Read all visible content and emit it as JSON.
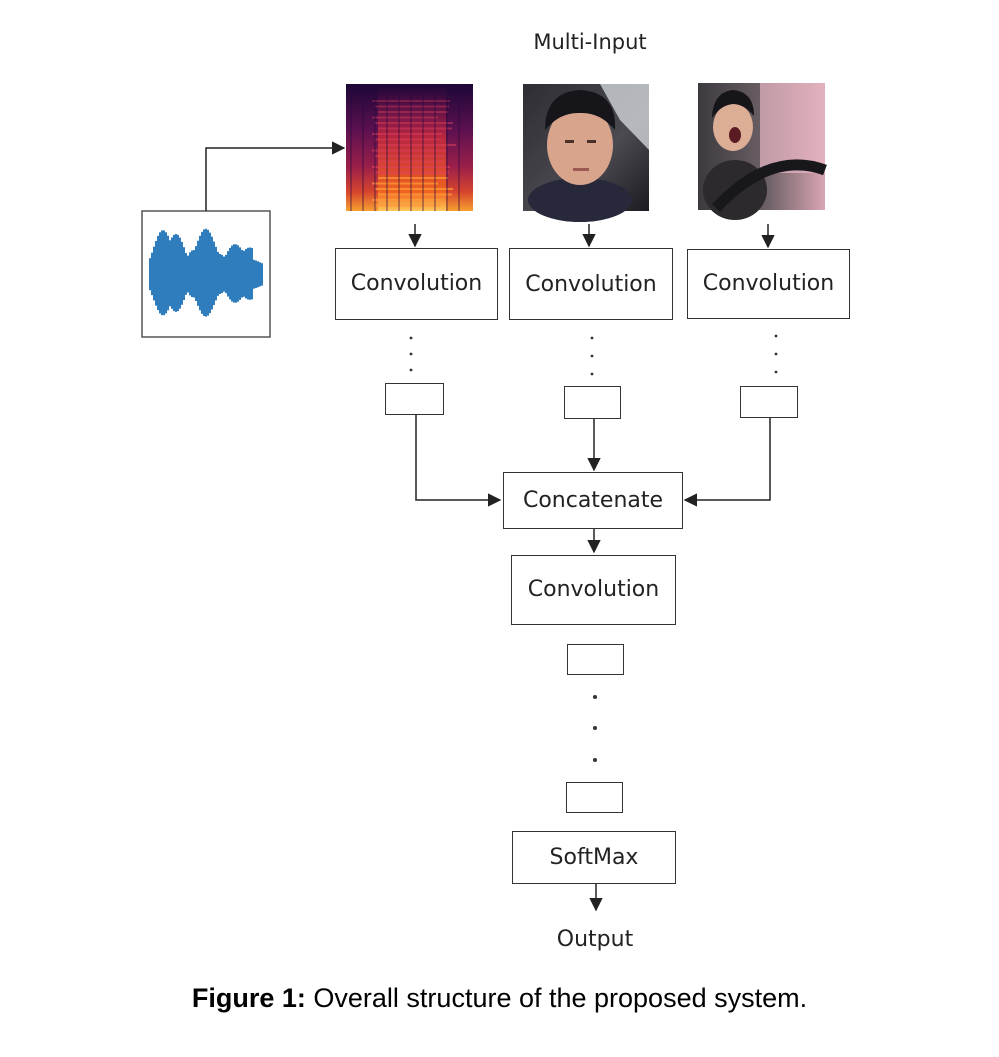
{
  "header": {
    "title": "Multi-Input"
  },
  "branches": {
    "audio": {
      "conv_label": "Convolution"
    },
    "face_neutral": {
      "conv_label": "Convolution"
    },
    "face_yawn": {
      "conv_label": "Convolution"
    }
  },
  "fusion": {
    "concatenate_label": "Concatenate",
    "conv_label": "Convolution",
    "softmax_label": "SoftMax",
    "output_label": "Output"
  },
  "caption": {
    "prefix": "Figure 1:",
    "text": "Overall structure of the proposed system."
  },
  "colors": {
    "waveform": "#2f7dbd",
    "spectrogram_dark": "#1c0736",
    "spectrogram_mid": "#9a1f4a",
    "spectrogram_hot": "#f0661e",
    "line": "#333333"
  },
  "icons": [
    "waveform-image",
    "spectrogram-image",
    "driver-face-photo",
    "driver-yawning-photo"
  ]
}
